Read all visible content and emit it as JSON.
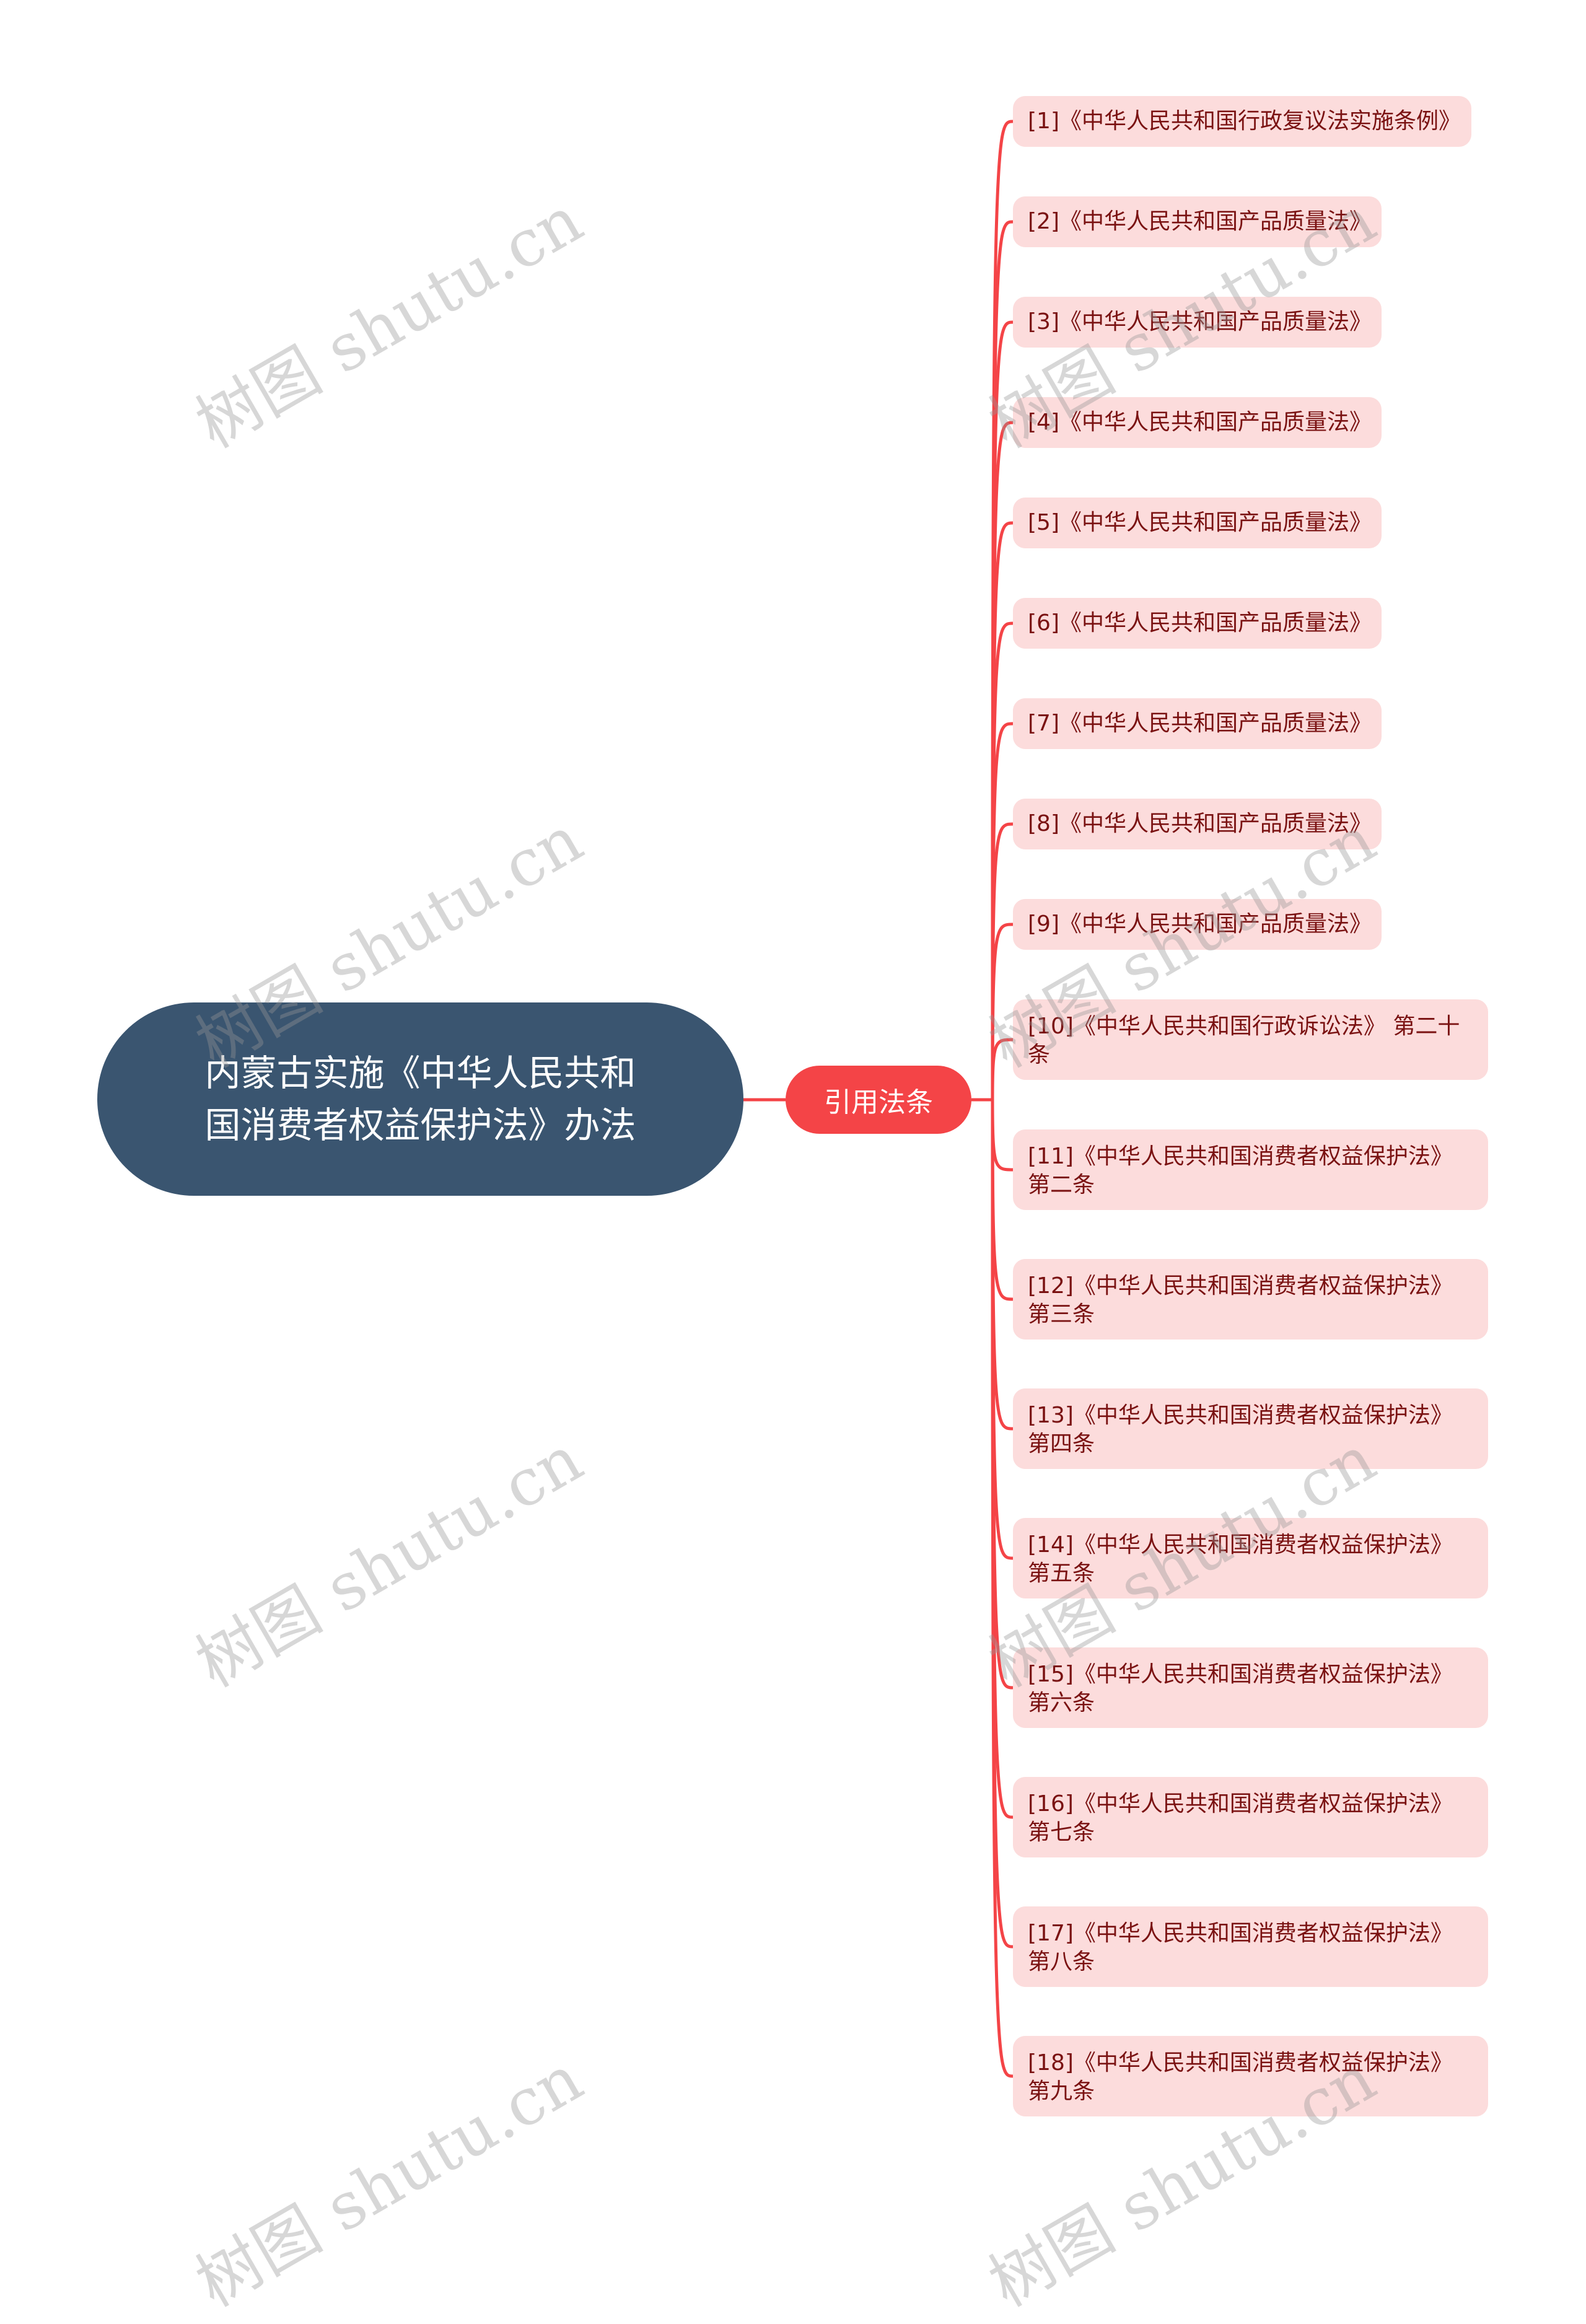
{
  "root": {
    "title": "内蒙古实施《中华人民共和国消费者权益保护法》办法",
    "color": "#3a5570"
  },
  "branch": {
    "label": "引用法条",
    "color": "#f44447"
  },
  "leaf_style": {
    "background": "#fcdcdc",
    "text_color": "#7a1212",
    "connector_color": "#f44447"
  },
  "leaves": [
    {
      "label": "[1]《中华人民共和国行政复议法实施条例》"
    },
    {
      "label": "[2]《中华人民共和国产品质量法》"
    },
    {
      "label": "[3]《中华人民共和国产品质量法》"
    },
    {
      "label": "[4]《中华人民共和国产品质量法》"
    },
    {
      "label": "[5]《中华人民共和国产品质量法》"
    },
    {
      "label": "[6]《中华人民共和国产品质量法》"
    },
    {
      "label": "[7]《中华人民共和国产品质量法》"
    },
    {
      "label": "[8]《中华人民共和国产品质量法》"
    },
    {
      "label": "[9]《中华人民共和国产品质量法》"
    },
    {
      "label": "[10]《中华人民共和国行政诉讼法》 第二十条"
    },
    {
      "label": "[11]《中华人民共和国消费者权益保护法》第二条"
    },
    {
      "label": "[12]《中华人民共和国消费者权益保护法》第三条"
    },
    {
      "label": "[13]《中华人民共和国消费者权益保护法》第四条"
    },
    {
      "label": "[14]《中华人民共和国消费者权益保护法》第五条"
    },
    {
      "label": "[15]《中华人民共和国消费者权益保护法》第六条"
    },
    {
      "label": "[16]《中华人民共和国消费者权益保护法》第七条"
    },
    {
      "label": "[17]《中华人民共和国消费者权益保护法》第八条"
    },
    {
      "label": "[18]《中华人民共和国消费者权益保护法》第九条"
    }
  ],
  "watermark": {
    "text": "树图 shutu.cn"
  }
}
